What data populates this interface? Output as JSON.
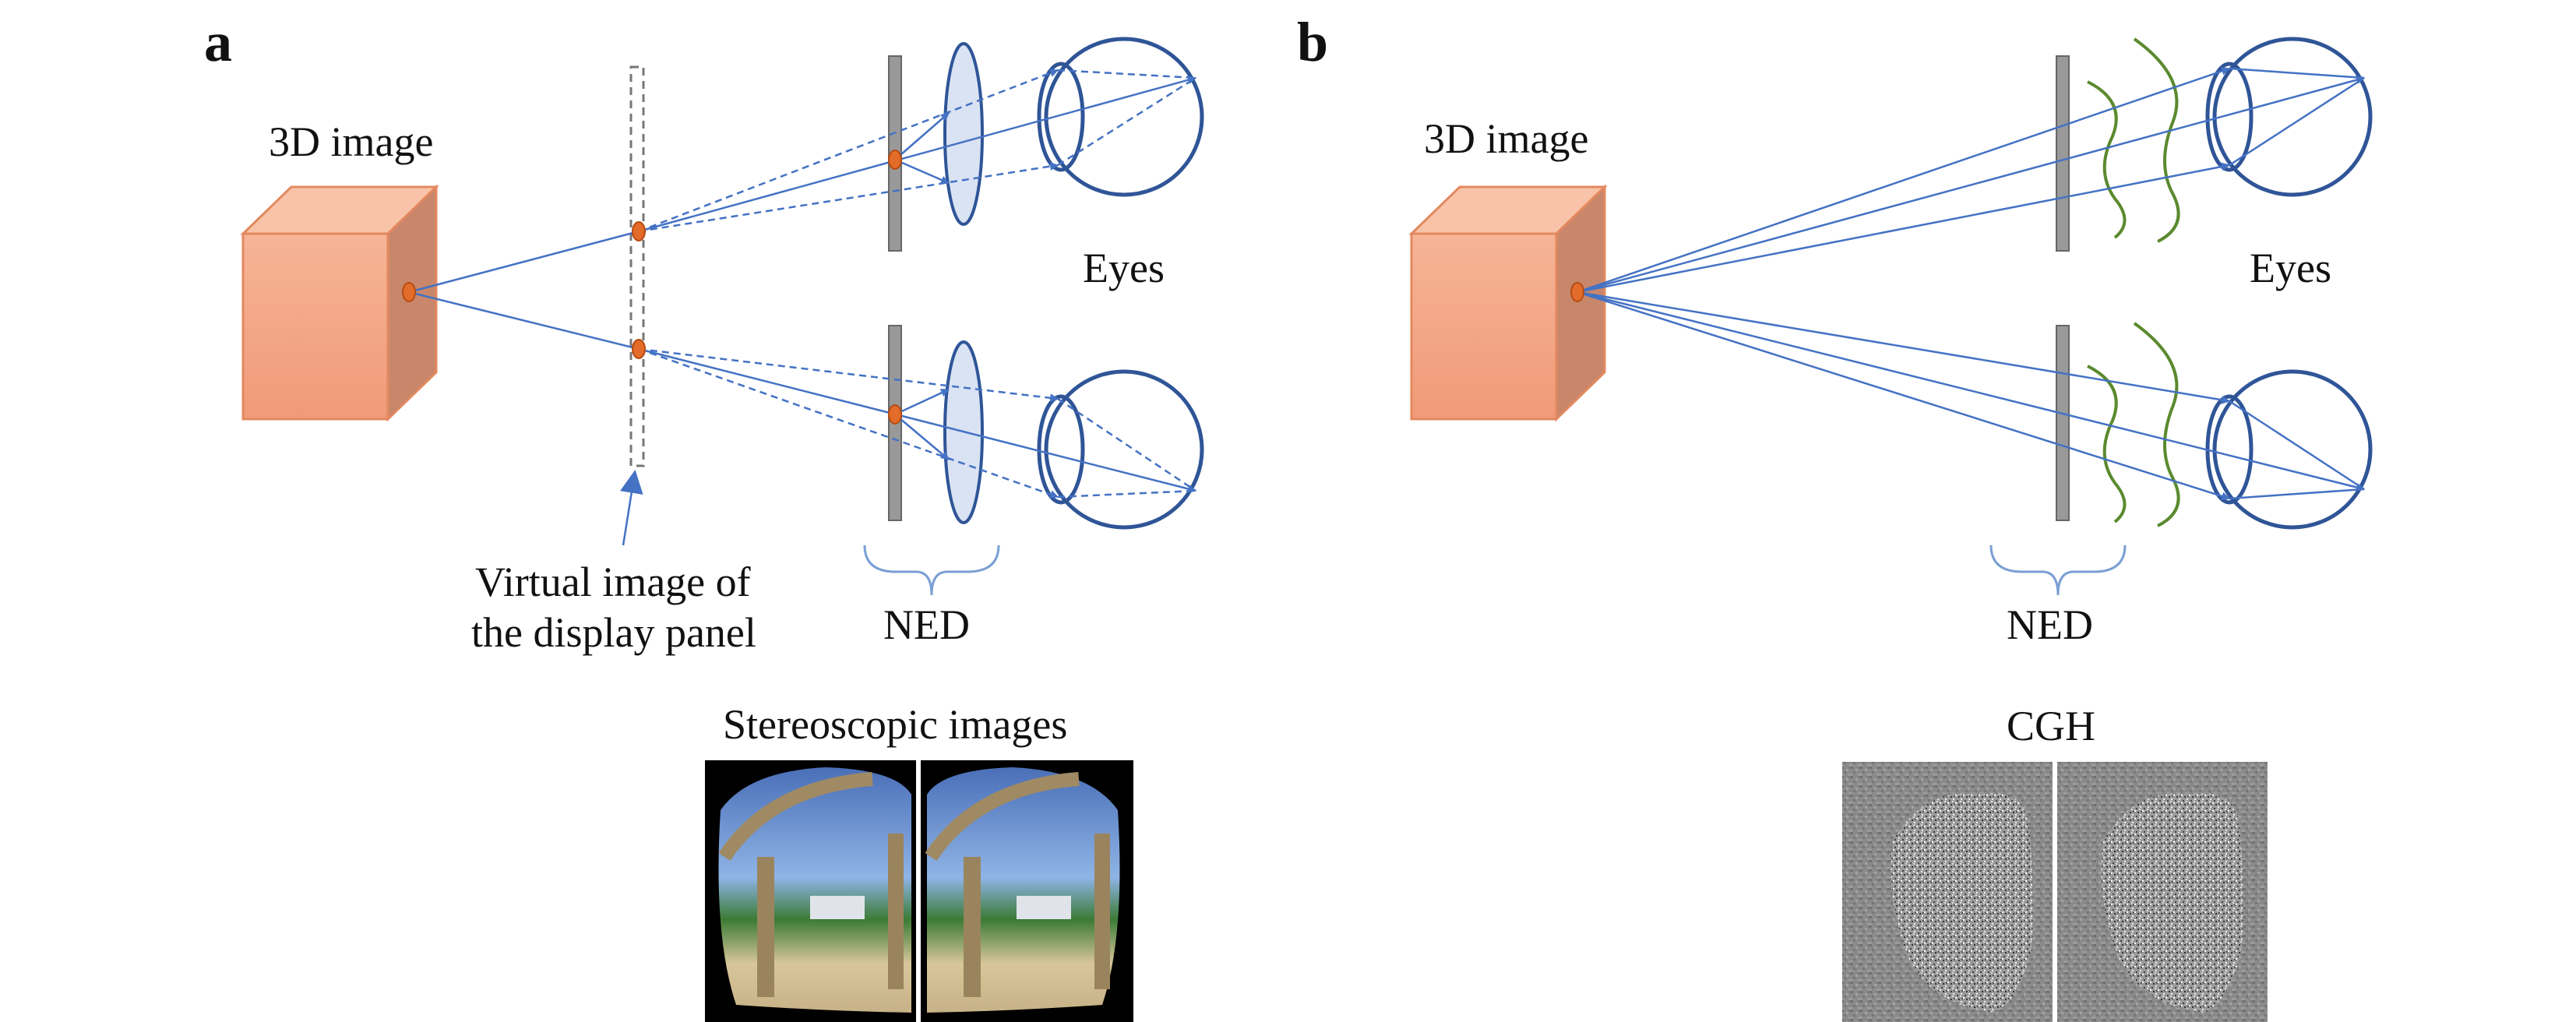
{
  "panel_a": {
    "letter": "a",
    "object_label": "3D image",
    "eyes_label": "Eyes",
    "virtual_image_label_line1": "Virtual image of",
    "virtual_image_label_line2": "the display panel",
    "ned_label": "NED",
    "bottom_label": "Stereoscopic images"
  },
  "panel_b": {
    "letter": "b",
    "object_label": "3D image",
    "eyes_label": "Eyes",
    "ned_label": "NED",
    "bottom_label": "CGH"
  },
  "colors": {
    "cube_front": "#f4a683",
    "cube_side": "#c8876b",
    "cube_top": "#f8c3a8",
    "ray": "#4472c4",
    "eye": "#2f5597",
    "lens_fill": "#dae3f3",
    "display_panel": "#999999",
    "point": "#e46c2a",
    "wavefront": "#5a8a2e",
    "brace": "#7a9fd4"
  }
}
